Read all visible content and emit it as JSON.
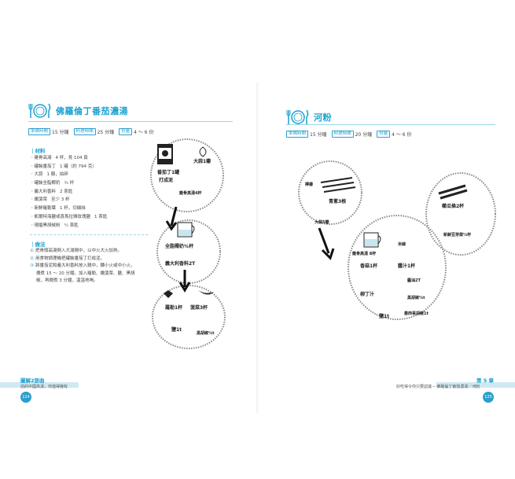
{
  "left_page": {
    "title": "佛羅倫丁番茄濃湯",
    "times": [
      {
        "tag": "準備時間",
        "value": "15 分鐘"
      },
      {
        "tag": "料理時間",
        "value": "25 分鐘"
      },
      {
        "tag": "份量",
        "value": "4 ～ 6 份"
      }
    ],
    "ingredients_heading": "材料",
    "ingredients": [
      {
        "name": "雞骨高湯",
        "amount": "4 杯，見 104 頁"
      },
      {
        "name": "罐裝番茄丁",
        "amount": "1 罐（約 794 克）"
      },
      {
        "name": "大蒜",
        "amount": "1 瓣，拍碎"
      },
      {
        "name": "罐裝全脂椰奶",
        "amount": "¾ 杯"
      },
      {
        "name": "義大利香料",
        "amount": "2 茶匙"
      },
      {
        "name": "嫩菠菜",
        "amount": "至少 3 杯"
      },
      {
        "name": "新鮮羅勒葉",
        "amount": "1 杯，切細絲"
      },
      {
        "name": "凱爾特海鹽或喜馬拉雅玫瑰鹽",
        "amount": "1 茶匙"
      },
      {
        "name": "現磨黑胡椒粉",
        "amount": "¼ 茶匙"
      }
    ],
    "steps_heading": "做法",
    "steps": [
      {
        "num": "①",
        "text": "把骨頭高湯倒入大湯鍋中，以中火大火加熱。"
      },
      {
        "num": "②",
        "text": "用食物調理機把罐裝番茄丁打成泥。"
      },
      {
        "num": "③",
        "text": "將番茄泥和義大利香料放入鍋中，轉小火或中小火，"
      },
      {
        "num": "",
        "text": "燜煮 15 ～ 20 分鐘。加入羅勒、嫩菠菜、鹽、黑胡"
      },
      {
        "num": "",
        "text": "椒，再燜煮 3 分鐘，溫溫地喝。"
      }
    ],
    "illustration": {
      "top": [
        "番茄丁1罐",
        "打成泥",
        "大蒜1瓣",
        "雞骨高湯4杯"
      ],
      "middle": [
        "全脂椰奶¾杯",
        "義大利香料2T"
      ],
      "bottom": [
        "羅勒1杯",
        "菠菜3杯",
        "鹽1t",
        "黑胡椒¼t"
      ]
    },
    "footer_chapter": "圖解2部曲",
    "footer_text": "前的中國高湯，你值得擁有",
    "page_number": "124"
  },
  "right_page": {
    "title": "河粉",
    "times": [
      {
        "tag": "準備時間",
        "value": "15 分鐘"
      },
      {
        "tag": "料理時間",
        "value": "20 分鐘"
      },
      {
        "tag": "份量",
        "value": "4 ～ 6 份"
      }
    ],
    "illustration": {
      "left": [
        "青蔥3根",
        "大蒜5瓣",
        "檸檬"
      ],
      "middle": [
        "雞骨高湯 8杯",
        "米線",
        "香菇1杯",
        "醬汁1杯",
        "醬油2T",
        "柳丁汁",
        "鹽1t",
        "黑胡椒¼t",
        "墨西哥胡椒1t"
      ],
      "right": [
        "櫛瓜條2杯",
        "新鮮豆芽菜½杯"
      ]
    },
    "footer_chapter": "第 5 章",
    "footer_text": "好吃得令你只要認識 ─ 佛羅倫丁番茄濃湯／河粉",
    "page_number": "125"
  },
  "colors": {
    "accent": "#1aa0cf",
    "band": "#cfe9f3",
    "ink": "#222222"
  }
}
